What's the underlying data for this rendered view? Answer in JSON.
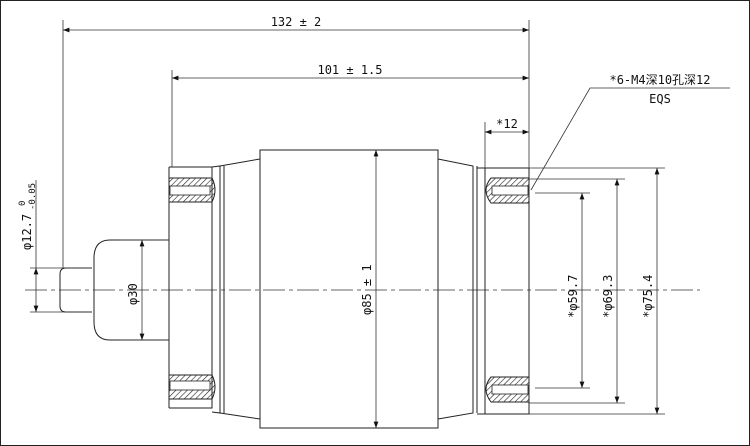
{
  "dimensions": {
    "overall_length": "132 ± 2",
    "body_length": "101 ± 1.5",
    "flange_thickness": "*12",
    "shaft_diameter": "φ12.7",
    "shaft_tolerance_upper": "0",
    "shaft_tolerance_lower": "-0.05",
    "boss_diameter": "φ30",
    "body_diameter": "φ85 ± 1",
    "bolt_circle": "*φ59.7",
    "inner_diameter": "*φ69.3",
    "flange_diameter": "*φ75.4"
  },
  "note": {
    "hole_spec": "*6-M4深10孔深12",
    "eqs": "EQS"
  }
}
